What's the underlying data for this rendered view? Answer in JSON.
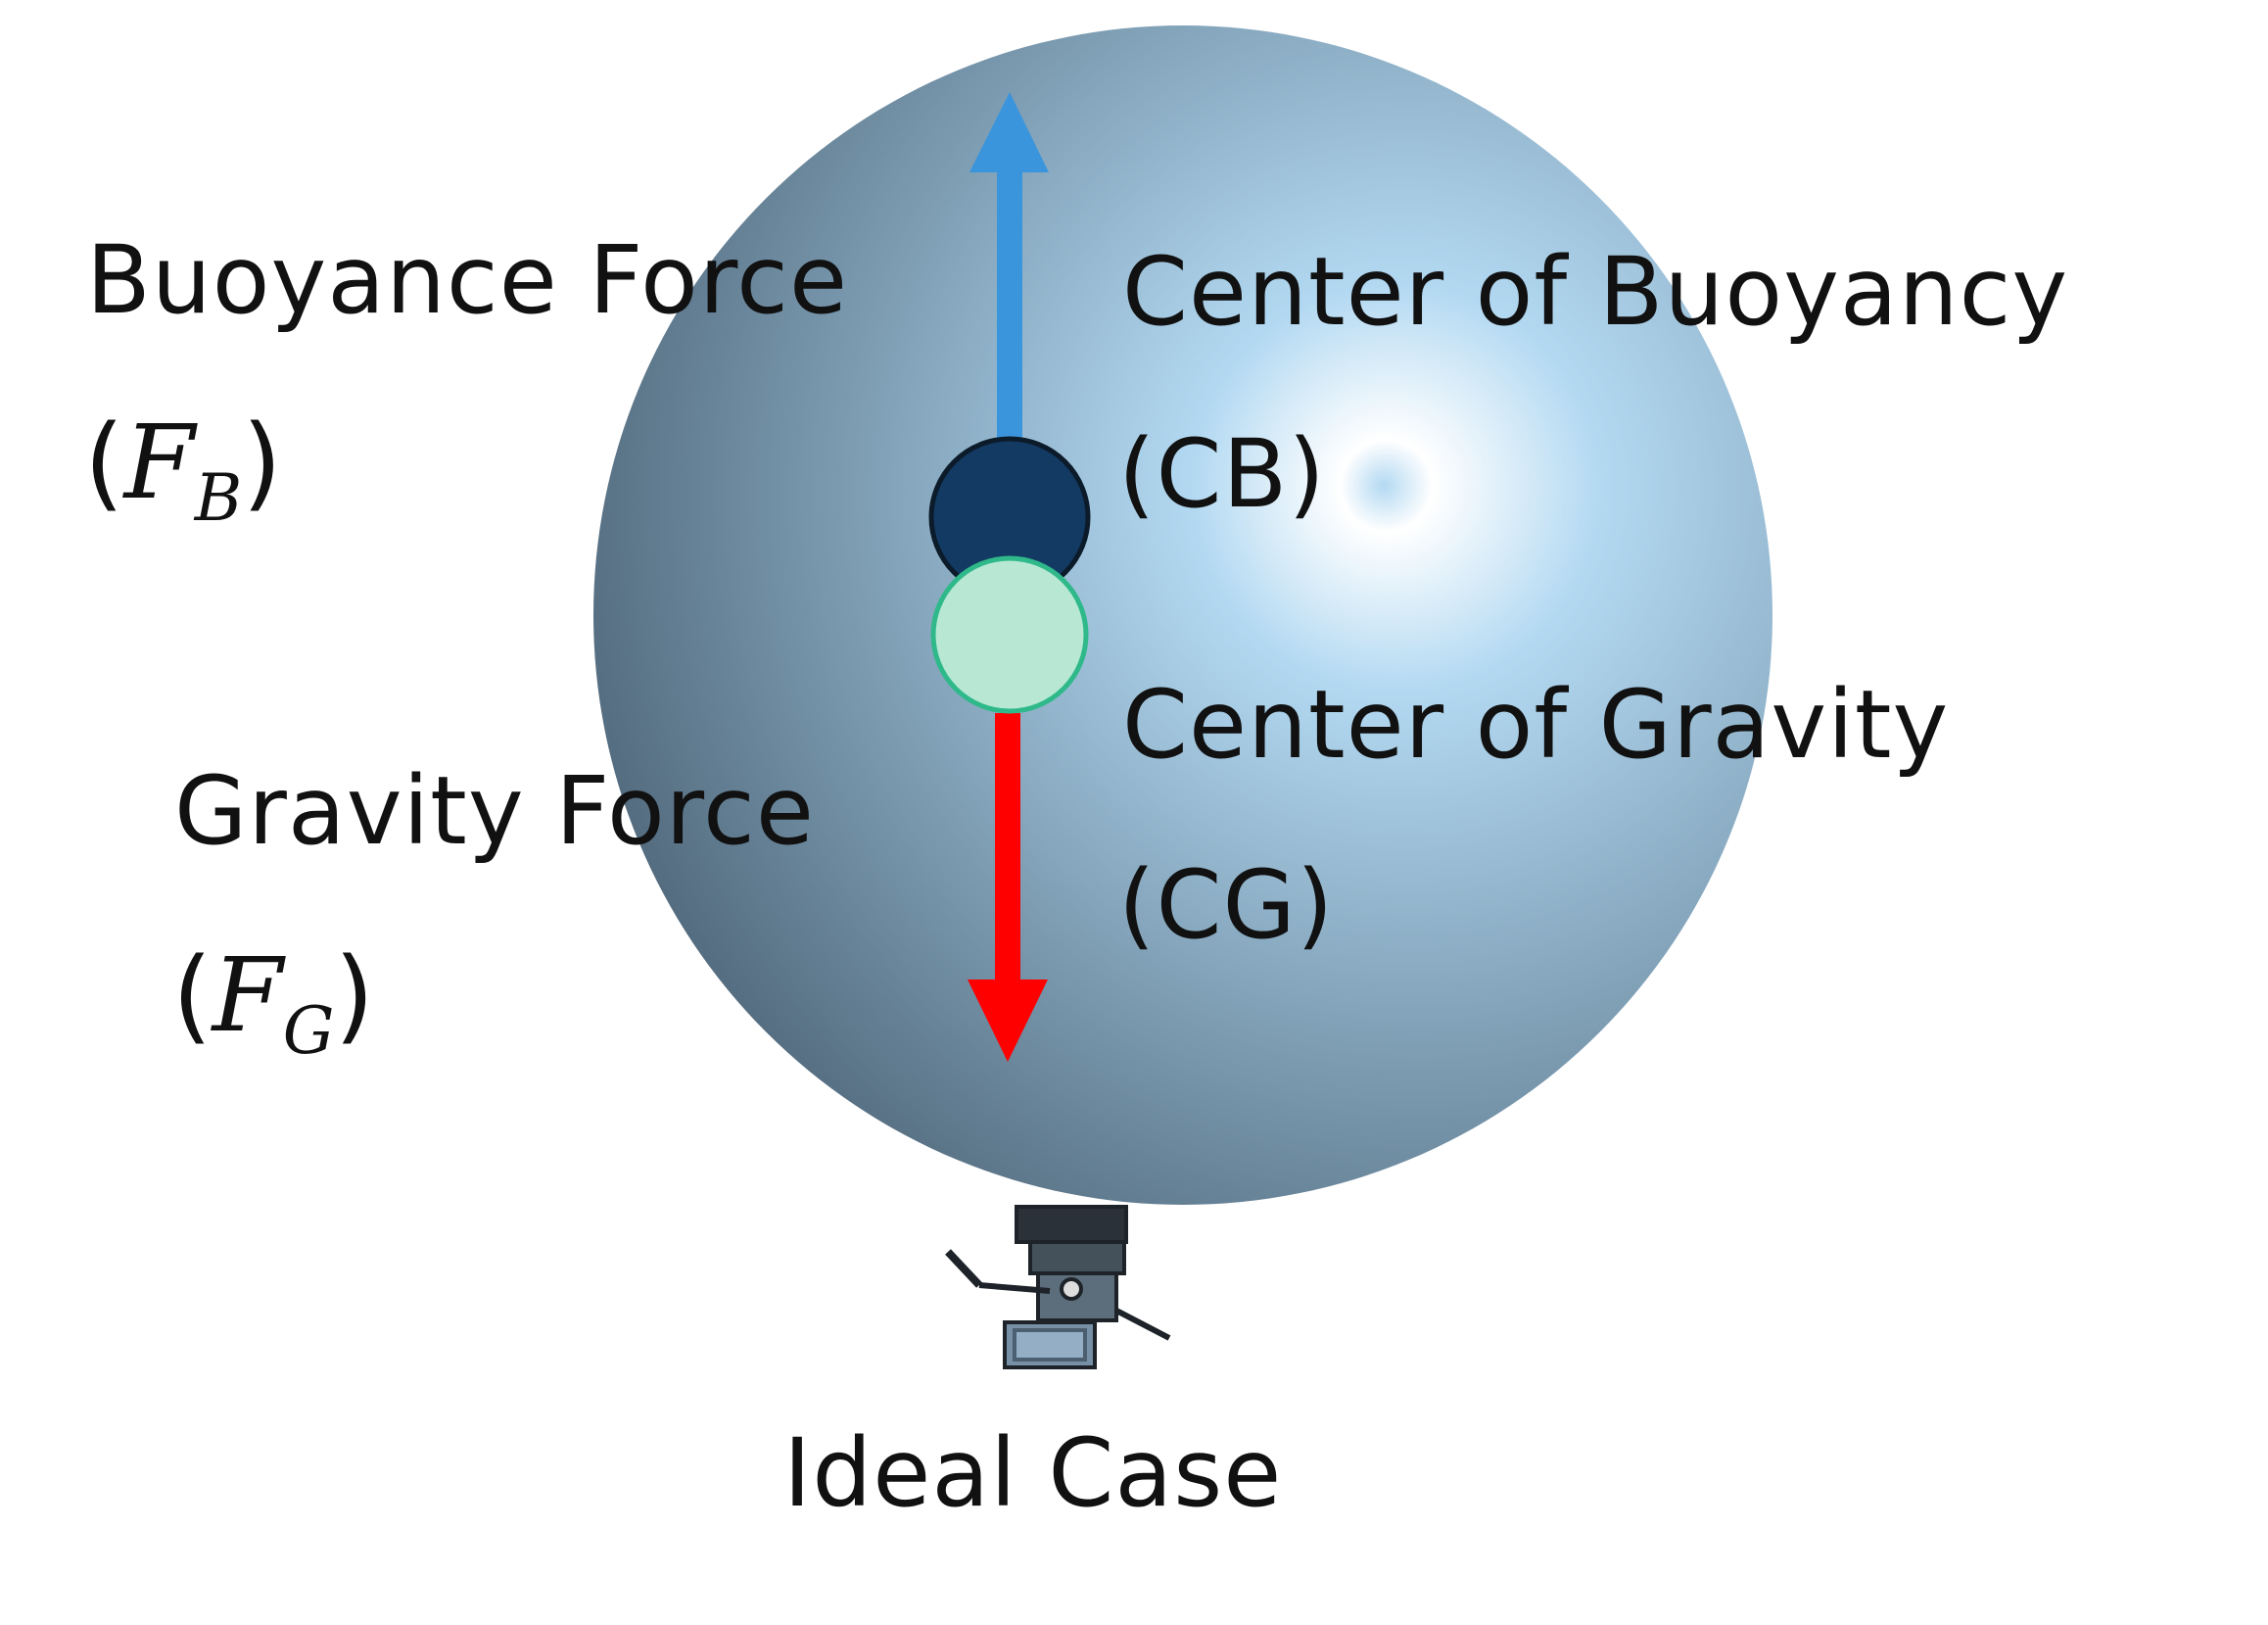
{
  "colors": {
    "balloon_light": "#b3d9f2",
    "balloon_mid": "#7f9fb5",
    "balloon_dark": "#4e6578",
    "buoyancy_arrow": "#3b95dc",
    "gravity_arrow": "#ff0000",
    "center_of_buoyancy": "#133a62",
    "center_of_gravity": "#b8e8d4",
    "center_of_gravity_outline": "#2fb98a"
  },
  "buoyance_force": {
    "label": "Buoyance Force",
    "paren_open": "(",
    "symbol": "F",
    "subscript": "B",
    "paren_close": ")"
  },
  "center_of_buoyancy": {
    "label": "Center of Buoyancy",
    "abbr": "(CB)"
  },
  "center_of_gravity": {
    "label": "Center of Gravity",
    "abbr": "(CG)"
  },
  "gravity_force": {
    "label": "Gravity Force",
    "paren_open": "(",
    "symbol": "F",
    "subscript": "G",
    "paren_close": ")"
  },
  "caption": "Ideal Case"
}
